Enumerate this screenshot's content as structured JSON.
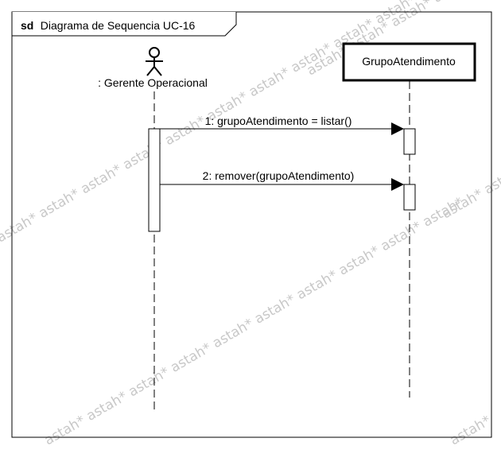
{
  "frame": {
    "keyword": "sd",
    "name": "Diagrama de Sequencia UC-16"
  },
  "lifelines": [
    {
      "id": "actor",
      "label": ": Gerente Operacional",
      "kind": "actor"
    },
    {
      "id": "grupo",
      "label": "GrupoAtendimento",
      "kind": "object"
    }
  ],
  "messages": [
    {
      "label": "1: grupoAtendimento = listar()"
    },
    {
      "label": "2: remover(grupoAtendimento)"
    }
  ],
  "watermark": "astah*"
}
